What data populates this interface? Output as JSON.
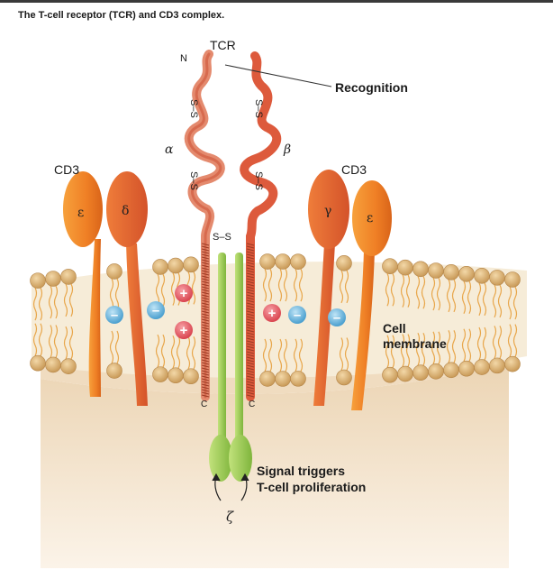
{
  "title": "The T-cell receptor (TCR) and CD3 complex.",
  "labels": {
    "tcr": "TCR",
    "recognition": "Recognition",
    "cd3_left": "CD3",
    "cd3_right": "CD3",
    "alpha": "α",
    "beta": "β",
    "epsilon_left": "ε",
    "delta": "δ",
    "gamma": "γ",
    "epsilon_right": "ε",
    "n_terminus": "N",
    "c_left": "C",
    "c_right": "C",
    "zeta": "ζ",
    "disulfide_top_left": "S–S",
    "disulfide_bottom_left": "S–S",
    "disulfide_top_right": "S–S",
    "disulfide_bottom_right": "S–S",
    "disulfide_center": "S–S",
    "cell_membrane_1": "Cell",
    "cell_membrane_2": "membrane",
    "signal_1": "Signal triggers",
    "signal_2": "T-cell proliferation",
    "plus": "+",
    "minus": "–"
  },
  "colors": {
    "cytoplasm": "#f0dcc0",
    "membrane_head": "#dcb277",
    "tcr_chain": "#d45a3d",
    "cd3_orange": "#f0882a",
    "cd3_dark": "#e0622b",
    "zeta_green": "#9fce56",
    "plus_charge": "#e25a63",
    "minus_charge": "#6ab3d9"
  }
}
